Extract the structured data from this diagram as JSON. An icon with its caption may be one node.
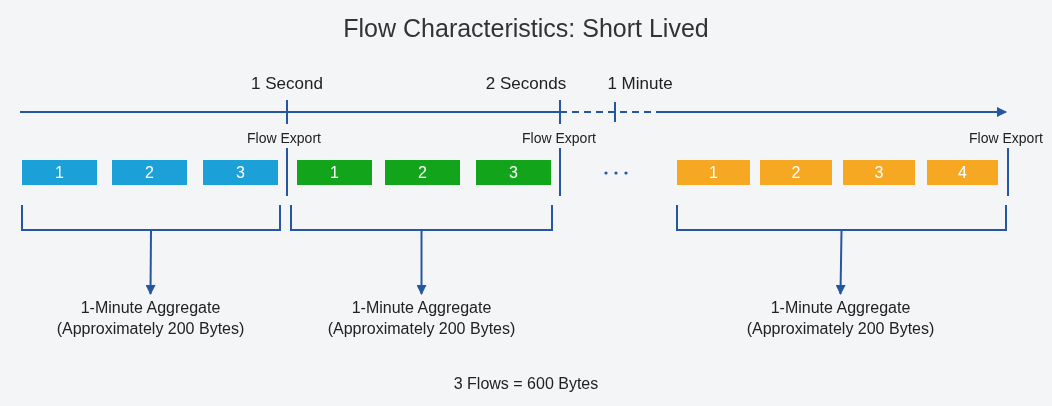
{
  "diagram": {
    "title": "Flow Characteristics: Short Lived",
    "caption": "3 Flows = 600 Bytes",
    "nodes": [
      {
        "text": [
          "1"
        ]
      },
      {
        "text": [
          "2"
        ]
      },
      {
        "text": [
          "3"
        ]
      },
      {
        "text": [
          "1"
        ]
      },
      {
        "text": [
          "2"
        ]
      },
      {
        "text": [
          "3"
        ]
      },
      {
        "text": [
          "1"
        ]
      },
      {
        "text": [
          "2"
        ]
      },
      {
        "text": [
          "3"
        ]
      },
      {
        "text": [
          "4"
        ]
      },
      {
        "text": [],
        "shape": "bracket"
      },
      {
        "text": [],
        "shape": "bracket"
      },
      {
        "text": [],
        "shape": "bracket"
      },
      {
        "text": [
          "1-Minute Aggregate (Approximately 200 Bytes)"
        ]
      },
      {
        "text": [
          "1-Minute Aggregate (Approximately 200 Bytes)"
        ]
      },
      {
        "text": [
          "1-Minute Aggregate (Approximately 200 Bytes)"
        ]
      }
    ],
    "edges": [
      {
        "from": 10,
        "to": 13,
        "arrow": "to"
      },
      {
        "from": 11,
        "to": 14,
        "arrow": "to"
      },
      {
        "from": 12,
        "to": 15,
        "arrow": "to"
      }
    ],
    "labels": [
      "1 Second",
      "2 Seconds",
      "1 Minute",
      "Flow Export",
      "Flow Export",
      "Flow Export"
    ]
  }
}
